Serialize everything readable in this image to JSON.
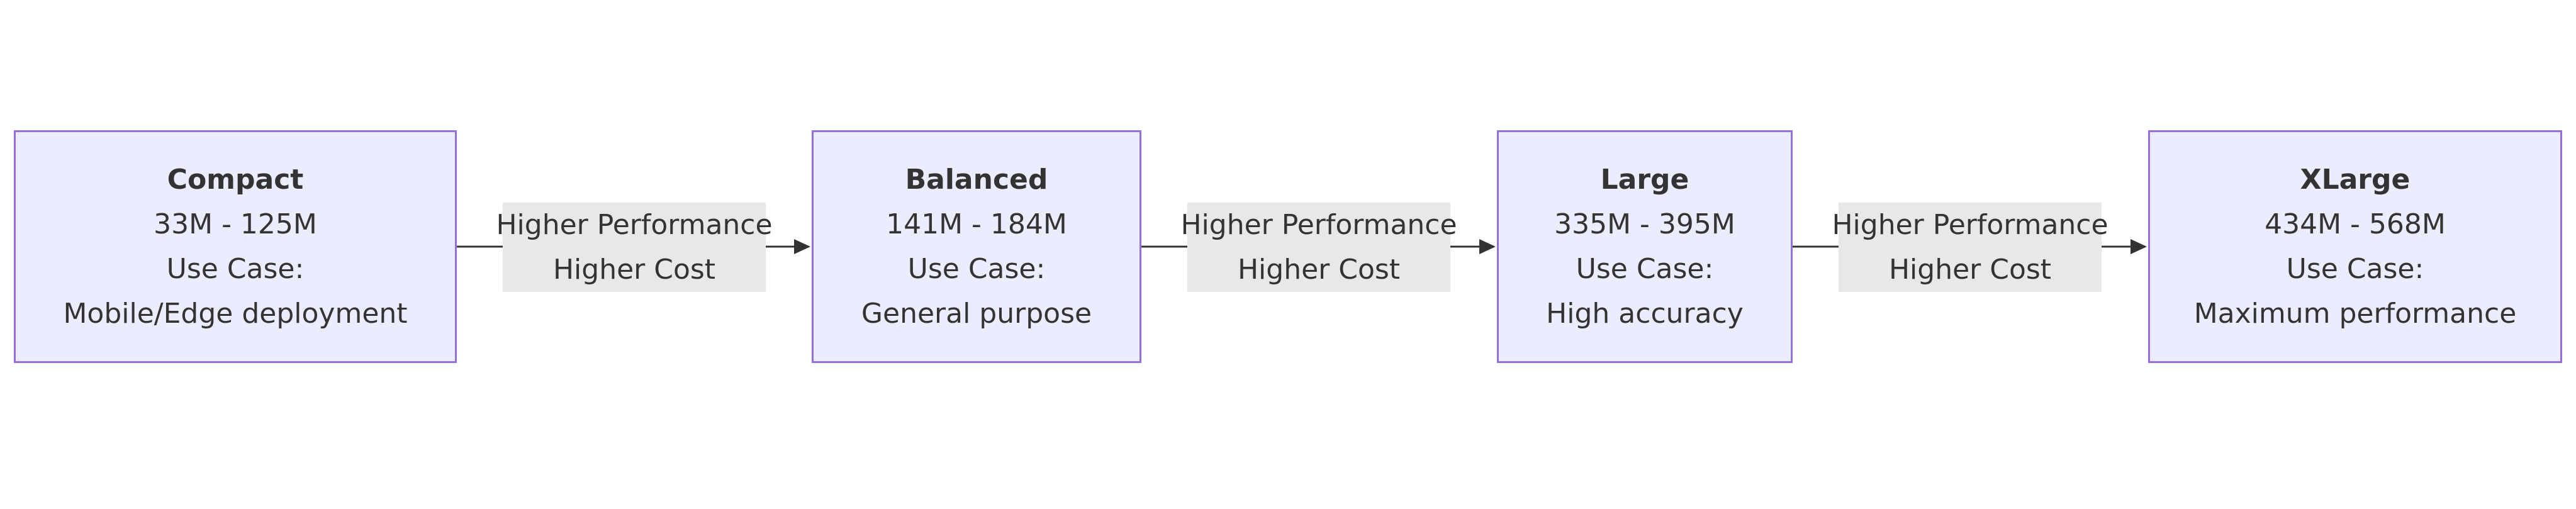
{
  "colors": {
    "node_fill": "#ECECFF",
    "node_border": "#9370DB",
    "edge_label_fill": "#E8E8E8",
    "edge_line": "#333333",
    "text": "#333333"
  },
  "nodes": [
    {
      "title": "Compact",
      "range": "33M - 125M",
      "use_case_label": "Use Case:",
      "use_case": "Mobile/Edge deployment"
    },
    {
      "title": "Balanced",
      "range": "141M - 184M",
      "use_case_label": "Use Case:",
      "use_case": "General purpose"
    },
    {
      "title": "Large",
      "range": "335M - 395M",
      "use_case_label": "Use Case:",
      "use_case": "High accuracy"
    },
    {
      "title": "XLarge",
      "range": "434M - 568M",
      "use_case_label": "Use Case:",
      "use_case": "Maximum performance"
    }
  ],
  "edges": [
    {
      "line1": "Higher Performance",
      "line2": "Higher Cost"
    },
    {
      "line1": "Higher Performance",
      "line2": "Higher Cost"
    },
    {
      "line1": "Higher Performance",
      "line2": "Higher Cost"
    }
  ]
}
